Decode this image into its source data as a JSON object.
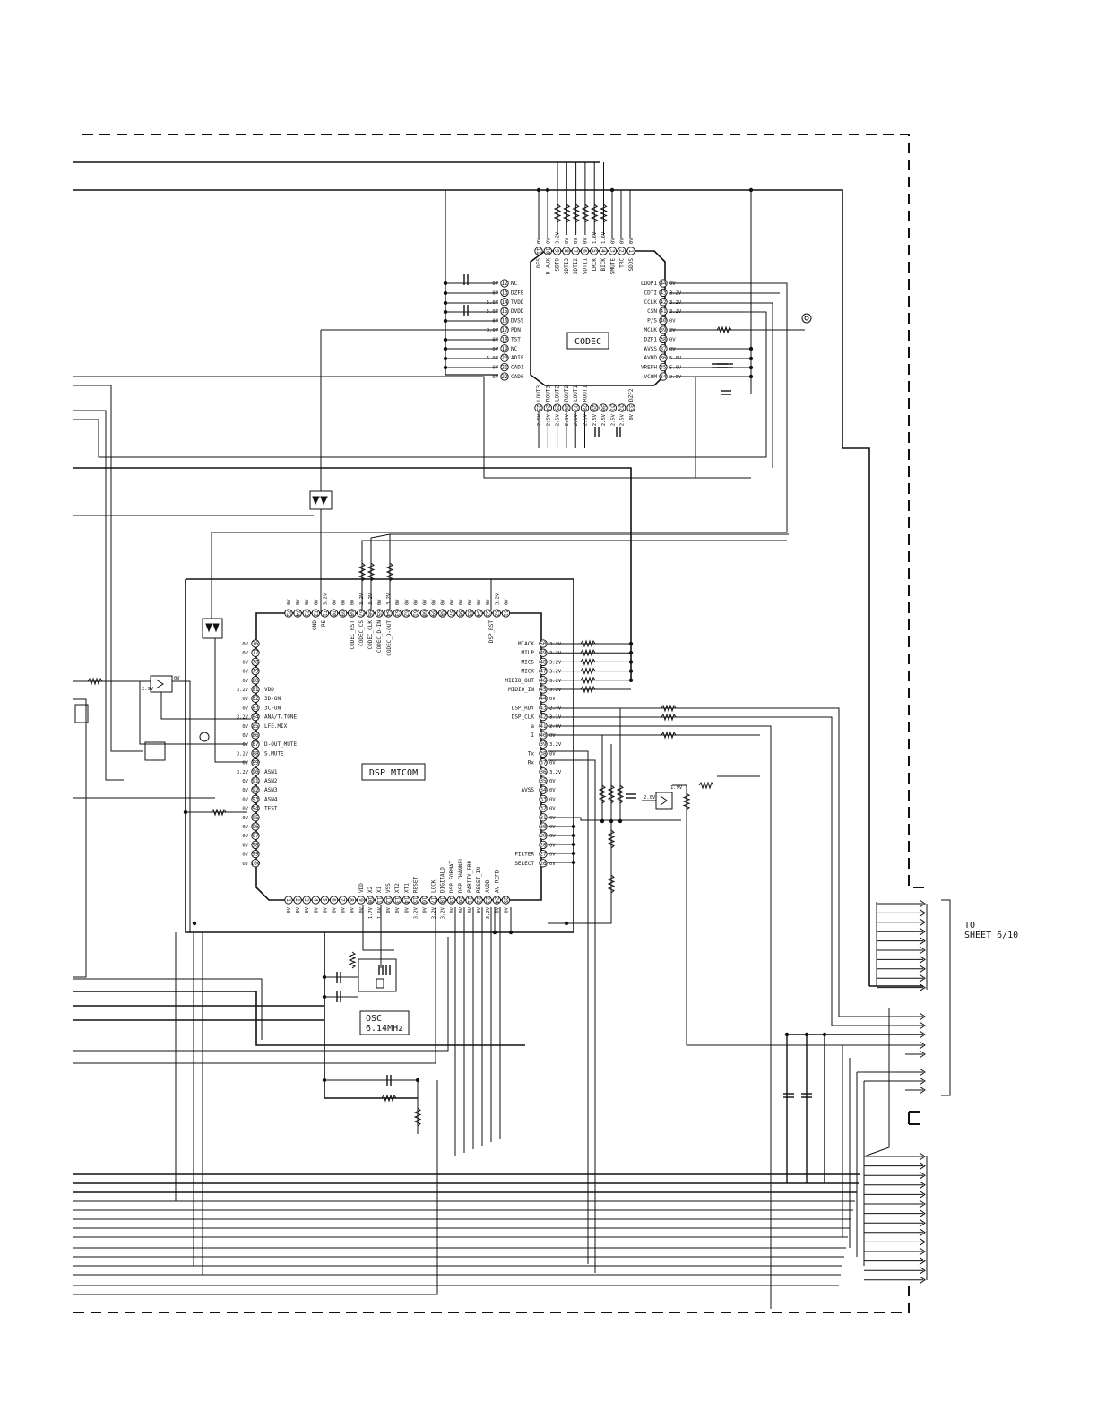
{
  "codec": {
    "title": "CODEC",
    "top_pins": [
      {
        "num": "11",
        "name": "DFS",
        "v": "0V"
      },
      {
        "num": "10",
        "name": "D-AUX",
        "v": "0V"
      },
      {
        "num": "9",
        "name": "SDTO",
        "v": "3.2V"
      },
      {
        "num": "8",
        "name": "SDTI3",
        "v": "0V"
      },
      {
        "num": "7",
        "name": "SDTI2",
        "v": "0V"
      },
      {
        "num": "6",
        "name": "SDTI1",
        "v": "0V"
      },
      {
        "num": "5",
        "name": "LRCK",
        "v": "1.6V"
      },
      {
        "num": "4",
        "name": "BICK",
        "v": "1.6V"
      },
      {
        "num": "3",
        "name": "SMUTE",
        "v": "0V"
      },
      {
        "num": "2",
        "name": "TRC",
        "v": "0V"
      },
      {
        "num": "1",
        "name": "SDOS",
        "v": "0V"
      }
    ],
    "left_pins": [
      {
        "num": "12",
        "name": "NC",
        "v": "0V"
      },
      {
        "num": "13",
        "name": "DZFE",
        "v": "0V"
      },
      {
        "num": "14",
        "name": "TVDD",
        "v": "5.0V"
      },
      {
        "num": "15",
        "name": "DVDD",
        "v": "5.0V"
      },
      {
        "num": "16",
        "name": "DVSS",
        "v": "0V"
      },
      {
        "num": "17",
        "name": "PDN",
        "v": "3.0V"
      },
      {
        "num": "18",
        "name": "TST",
        "v": "0V"
      },
      {
        "num": "19",
        "name": "NC",
        "v": "0V"
      },
      {
        "num": "20",
        "name": "ADIF",
        "v": "5.0V"
      },
      {
        "num": "21",
        "name": "CAD1",
        "v": "0V"
      },
      {
        "num": "22",
        "name": "CAD0",
        "v": "0V"
      }
    ],
    "right_pins": [
      {
        "num": "44",
        "name": "LOOP1",
        "v": "0V"
      },
      {
        "num": "43",
        "name": "CDTI",
        "v": "3.2V"
      },
      {
        "num": "42",
        "name": "CCLK",
        "v": "3.2V"
      },
      {
        "num": "41",
        "name": "CSN",
        "v": "3.2V"
      },
      {
        "num": "40",
        "name": "P/S",
        "v": "0V"
      },
      {
        "num": "39",
        "name": "MCLK",
        "v": "2V"
      },
      {
        "num": "38",
        "name": "DZF1",
        "v": "0V"
      },
      {
        "num": "37",
        "name": "AVSS",
        "v": "0V"
      },
      {
        "num": "36",
        "name": "AVDD",
        "v": "5.0V"
      },
      {
        "num": "35",
        "name": "VREFH",
        "v": "5.0V"
      },
      {
        "num": "34",
        "name": "VCOM",
        "v": "2.5V"
      }
    ],
    "bottom_pins": [
      {
        "num": "23",
        "name": "LOUT3",
        "v": "2.5V"
      },
      {
        "num": "24",
        "name": "ROUT3",
        "v": "2.5V"
      },
      {
        "num": "25",
        "name": "LOUT2",
        "v": "2.5V"
      },
      {
        "num": "26",
        "name": "ROUT2",
        "v": "2.5V"
      },
      {
        "num": "27",
        "name": "LOUT1",
        "v": "2.5V"
      },
      {
        "num": "28",
        "name": "ROUT1",
        "v": "2.5V"
      },
      {
        "num": "29",
        "name": "",
        "v": "2.5V"
      },
      {
        "num": "30",
        "name": "",
        "v": "2.5V"
      },
      {
        "num": "31",
        "name": "",
        "v": "2.5V"
      },
      {
        "num": "32",
        "name": "",
        "v": "2.5V"
      },
      {
        "num": "33",
        "name": "DZF2",
        "v": "0V"
      }
    ]
  },
  "dsp": {
    "title": "DSP MICOM",
    "top_pins": [
      {
        "num": "75",
        "v": "0V"
      },
      {
        "num": "74",
        "v": "0V"
      },
      {
        "num": "73",
        "v": "0V"
      },
      {
        "num": "72",
        "v": "0V"
      },
      {
        "num": "71",
        "v": "3.2V"
      },
      {
        "num": "70",
        "v": "0V"
      },
      {
        "num": "69",
        "v": "0V"
      },
      {
        "num": "68",
        "v": "0V"
      },
      {
        "num": "67",
        "v": "3.2V"
      },
      {
        "num": "66",
        "v": "3.2V"
      },
      {
        "num": "65",
        "v": "0V"
      },
      {
        "num": "64",
        "v": "3.2V"
      },
      {
        "num": "63",
        "v": "0V"
      },
      {
        "num": "62",
        "v": "0V"
      },
      {
        "num": "61",
        "v": "0V"
      },
      {
        "num": "60",
        "v": "0V"
      },
      {
        "num": "59",
        "v": "0V"
      },
      {
        "num": "58",
        "v": "0V"
      },
      {
        "num": "57",
        "v": "0V"
      },
      {
        "num": "56",
        "v": "0V"
      },
      {
        "num": "55",
        "v": "0V"
      },
      {
        "num": "54",
        "v": "0V"
      },
      {
        "num": "53",
        "v": "0V"
      },
      {
        "num": "52",
        "v": "3.2V"
      },
      {
        "num": "51",
        "v": "0V"
      }
    ],
    "top_labels": [
      "GND",
      "PE",
      "CODEC_RST",
      "CODEC_CS",
      "CODEC_CLK",
      "CODEC_D-IN",
      "CODEC_D-OUT",
      "DSP_RST"
    ],
    "left_pins": [
      {
        "num": "76",
        "name": "",
        "v": "0V"
      },
      {
        "num": "77",
        "name": "",
        "v": "0V"
      },
      {
        "num": "78",
        "name": "",
        "v": "0V"
      },
      {
        "num": "79",
        "name": "",
        "v": "0V"
      },
      {
        "num": "80",
        "name": "",
        "v": "0V"
      },
      {
        "num": "81",
        "name": "VDD",
        "v": "3.2V"
      },
      {
        "num": "82",
        "name": "3D-ON",
        "v": "0V"
      },
      {
        "num": "83",
        "name": "3C-ON",
        "v": "0V"
      },
      {
        "num": "84",
        "name": "ANA/T.TONE",
        "v": "3.2V"
      },
      {
        "num": "85",
        "name": "LFE.MIX",
        "v": "0V"
      },
      {
        "num": "86",
        "name": "",
        "v": "0V"
      },
      {
        "num": "87",
        "name": "D-OUT_MUTE",
        "v": "0V"
      },
      {
        "num": "88",
        "name": "S.MUTE",
        "v": "3.2V"
      },
      {
        "num": "89",
        "name": "",
        "v": "0V"
      },
      {
        "num": "90",
        "name": "ASN1",
        "v": "3.2V"
      },
      {
        "num": "91",
        "name": "ASN2",
        "v": "0V"
      },
      {
        "num": "92",
        "name": "ASN3",
        "v": "0V"
      },
      {
        "num": "93",
        "name": "ASN4",
        "v": "0V"
      },
      {
        "num": "94",
        "name": "TEST",
        "v": "0V"
      },
      {
        "num": "95",
        "name": "",
        "v": "0V"
      },
      {
        "num": "96",
        "name": "",
        "v": "0V"
      },
      {
        "num": "97",
        "name": "",
        "v": "0V"
      },
      {
        "num": "98",
        "name": "",
        "v": "0V"
      },
      {
        "num": "99",
        "name": "",
        "v": "0V"
      },
      {
        "num": "100",
        "name": "",
        "v": "0V"
      }
    ],
    "right_pins": [
      {
        "num": "50",
        "name": "MIACK",
        "v": "3.2V"
      },
      {
        "num": "49",
        "name": "MILP",
        "v": "3.2V"
      },
      {
        "num": "48",
        "name": "MICS",
        "v": "3.2V"
      },
      {
        "num": "47",
        "name": "MICK",
        "v": "3.2V"
      },
      {
        "num": "46",
        "name": "MIDIO_OUT",
        "v": "3.2V"
      },
      {
        "num": "45",
        "name": "MIDIO_IN",
        "v": "3.2V"
      },
      {
        "num": "44",
        "name": "",
        "v": "0V"
      },
      {
        "num": "43",
        "name": "DSP_RDY",
        "v": "2.4V"
      },
      {
        "num": "42",
        "name": "DSP_CLK",
        "v": "3.1V"
      },
      {
        "num": "41",
        "name": "a",
        "v": "2.0V"
      },
      {
        "num": "40",
        "name": "I",
        "v": "0V"
      },
      {
        "num": "39",
        "name": "",
        "v": "3.2V"
      },
      {
        "num": "38",
        "name": "Tx",
        "v": "0V"
      },
      {
        "num": "37",
        "name": "Rx",
        "v": "0V"
      },
      {
        "num": "36",
        "name": "",
        "v": "3.2V"
      },
      {
        "num": "35",
        "name": "",
        "v": "0V"
      },
      {
        "num": "34",
        "name": "AVSS",
        "v": "0V"
      },
      {
        "num": "33",
        "name": "",
        "v": "0V"
      },
      {
        "num": "32",
        "name": "",
        "v": "0V"
      },
      {
        "num": "31",
        "name": "",
        "v": "0V"
      },
      {
        "num": "30",
        "name": "",
        "v": "0V"
      },
      {
        "num": "29",
        "name": "",
        "v": "0V"
      },
      {
        "num": "28",
        "name": "",
        "v": "0V"
      },
      {
        "num": "27",
        "name": "FILTER",
        "v": "0V"
      },
      {
        "num": "26",
        "name": "SELECT",
        "v": "0V"
      }
    ],
    "bottom_pins": [
      {
        "num": "1",
        "name": "",
        "v": "0V"
      },
      {
        "num": "2",
        "name": "",
        "v": "0V"
      },
      {
        "num": "3",
        "name": "",
        "v": "0V"
      },
      {
        "num": "4",
        "name": "",
        "v": "0V"
      },
      {
        "num": "5",
        "name": "",
        "v": "0V"
      },
      {
        "num": "6",
        "name": "",
        "v": "0V"
      },
      {
        "num": "7",
        "name": "",
        "v": "0V"
      },
      {
        "num": "8",
        "name": "",
        "v": "0V"
      },
      {
        "num": "9",
        "name": "VDD",
        "v": "0V"
      },
      {
        "num": "10",
        "name": "X2",
        "v": "1.7V"
      },
      {
        "num": "11",
        "name": "X1",
        "v": "1.6V"
      },
      {
        "num": "12",
        "name": "VSS",
        "v": "0V"
      },
      {
        "num": "13",
        "name": "XT2",
        "v": "0V"
      },
      {
        "num": "14",
        "name": "XT1",
        "v": "0V"
      },
      {
        "num": "15",
        "name": "RESET",
        "v": "3.2V"
      },
      {
        "num": "16",
        "name": "",
        "v": "0V"
      },
      {
        "num": "17",
        "name": "LOCK",
        "v": "3.2V"
      },
      {
        "num": "18",
        "name": "DIGITALD",
        "v": "3.2V"
      },
      {
        "num": "19",
        "name": "DSP FORMAT",
        "v": "0V"
      },
      {
        "num": "20",
        "name": "DSP CHANNEL",
        "v": "0V"
      },
      {
        "num": "21",
        "name": "PARITY_ERR",
        "v": "0V"
      },
      {
        "num": "22",
        "name": "RESET_IN",
        "v": "0V"
      },
      {
        "num": "23",
        "name": "AVDD",
        "v": "3.2V"
      },
      {
        "num": "24",
        "name": "AV REFD",
        "v": "0V"
      },
      {
        "num": "25",
        "name": "",
        "v": "0V"
      }
    ]
  },
  "osc": {
    "line1": "OSC",
    "line2": "6.14MHz"
  },
  "sheet_ref": {
    "line1": "TO",
    "line2": "SHEET 6/10"
  },
  "misc_voltages": {
    "q_left_base": "2.9V",
    "q_left_out": "0V",
    "q_right_in": "2.0V",
    "q_right_out": "1.9V"
  }
}
